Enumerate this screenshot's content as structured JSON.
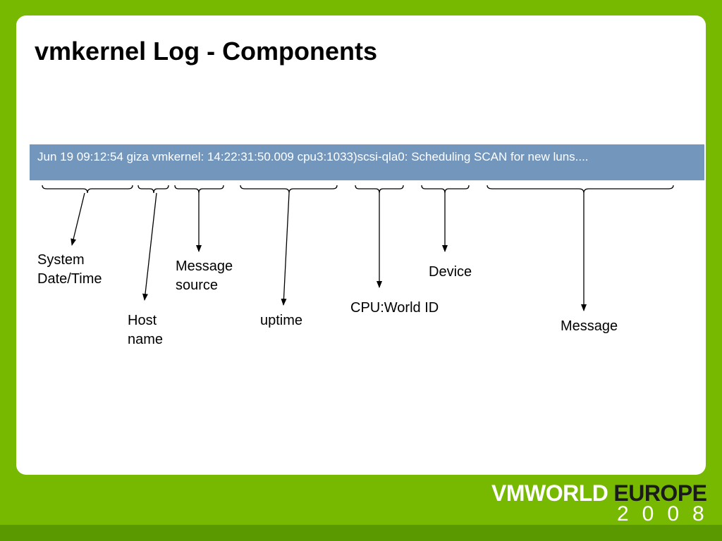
{
  "slide": {
    "title": "vmkernel Log - Components",
    "log_line": "Jun 19 09:12:54 giza vmkernel: 14:22:31:50.009 cpu3:1033)scsi-qla0: Scheduling SCAN for new luns...."
  },
  "components": [
    {
      "id": "date",
      "label": "System\nDate/Time"
    },
    {
      "id": "host",
      "label": "Host\nname"
    },
    {
      "id": "source",
      "label": "Message\nsource"
    },
    {
      "id": "uptime",
      "label": "uptime"
    },
    {
      "id": "cpu",
      "label": "CPU:World ID"
    },
    {
      "id": "device",
      "label": "Device"
    },
    {
      "id": "message",
      "label": "Message"
    }
  ],
  "logo": {
    "part1": "VMWORLD",
    "part2": "EUROPE",
    "year": "2008"
  },
  "colors": {
    "background": "#77b800",
    "log_bar": "#7396bc",
    "panel": "#ffffff"
  }
}
